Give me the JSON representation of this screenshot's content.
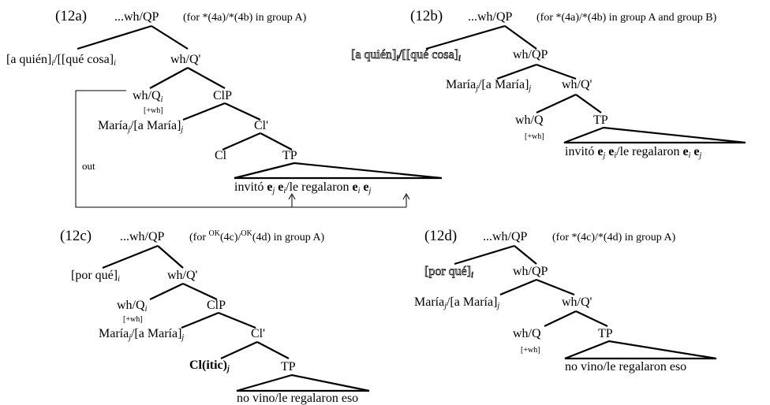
{
  "trees": {
    "t12a": {
      "label": "(12a)",
      "root": "...wh/QP",
      "caption": "(for *(4a)/*(4b) in group A)",
      "spec_a": "[a quién]",
      "spec_a_idx": "i",
      "spec_sep": "/",
      "spec_b": "[[qué cosa]",
      "spec_b_idx": "i",
      "whqbar": "wh/Q'",
      "whq": "wh/Q",
      "whq_idx": "i",
      "feature": "[+wh]",
      "clp": "ClP",
      "maria": "María",
      "maria_idx": "j",
      "maria_sep": "/[a María]",
      "maria_idx2": "j",
      "clbar": "Cl'",
      "cl": "Cl",
      "tp": "TP",
      "out": "out",
      "verb": "invitó",
      "e": "e",
      "idx_j": "j",
      "idx_i": "i",
      "slash_le": "/le regalaron"
    },
    "t12b": {
      "label": "(12b)",
      "root": "...wh/QP",
      "caption": "(for *(4a)/*(4b) in group A and group B)",
      "spec_a": "[a quién]",
      "spec_a_idx": "i",
      "spec_sep": "/",
      "spec_b": "[[qué cosa]",
      "spec_b_idx": "i",
      "whqp": "wh/QP",
      "maria": "María",
      "maria_idx": "j",
      "maria_sep": "/[a María]",
      "maria_idx2": "j",
      "whqbar": "wh/Q'",
      "whq": "wh/Q",
      "feature": "[+wh]",
      "tp": "TP",
      "verb": "invitó",
      "e": "e",
      "idx_j": "j",
      "idx_i": "i",
      "slash_le": "/le regalaron"
    },
    "t12c": {
      "label": "(12c)",
      "root": "...wh/QP",
      "caption_pre": "(for",
      "ok": "OK",
      "caption_mid": "(4c)/",
      "caption_end": "(4d) in group A)",
      "spec": "[por qué]",
      "spec_idx": "i",
      "whqbar": "wh/Q'",
      "whq": "wh/Q",
      "whq_idx": "i",
      "feature": "[+wh]",
      "clp": "ClP",
      "maria": "María",
      "maria_idx": "j",
      "maria_sep": "/[a María]",
      "maria_idx2": "j",
      "clbar": "Cl'",
      "clitic": "Cl(itic)",
      "clitic_idx": "j",
      "tp": "TP",
      "bottom": "no vino/le regalaron eso"
    },
    "t12d": {
      "label": "(12d)",
      "root": "...wh/QP",
      "caption": "(for *(4c)/*(4d) in group A)",
      "spec": "[por qué]",
      "spec_idx": "i",
      "whqp": "wh/QP",
      "maria": "María",
      "maria_idx": "j",
      "maria_sep": "/[a María]",
      "maria_idx2": "j",
      "whqbar": "wh/Q'",
      "whq": "wh/Q",
      "feature": "[+wh]",
      "tp": "TP",
      "bottom": "no vino/le regalaron eso"
    }
  }
}
